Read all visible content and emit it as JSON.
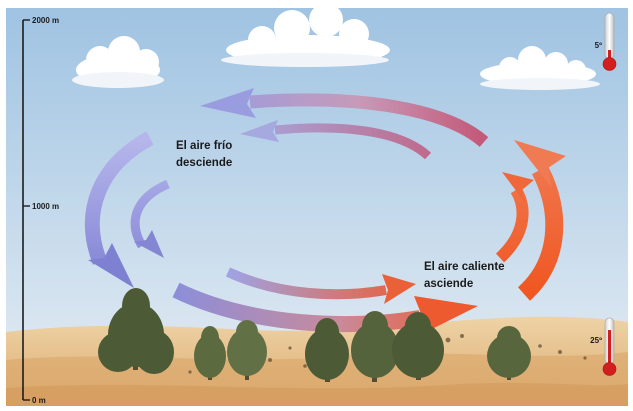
{
  "scale": {
    "top_label": "2000 m",
    "middle_label": "1000 m",
    "bottom_label": "0 m"
  },
  "thermometers": {
    "top": {
      "label": "5º"
    },
    "bottom": {
      "label": "25º"
    }
  },
  "annotations": {
    "cold_line1": "El aire frío",
    "cold_line2": "desciende",
    "warm_line1": "El aire caliente",
    "warm_line2": "asciende"
  },
  "colors": {
    "sky_top": "#9fc3e2",
    "sky_bottom": "#e7eef4",
    "cold_arrow": "#8f8fd6",
    "warm_arrow": "#ee5a28",
    "ground": "#e7c08c",
    "tree": "#4c5a36",
    "thermometer_bulb": "#d21e1e"
  }
}
